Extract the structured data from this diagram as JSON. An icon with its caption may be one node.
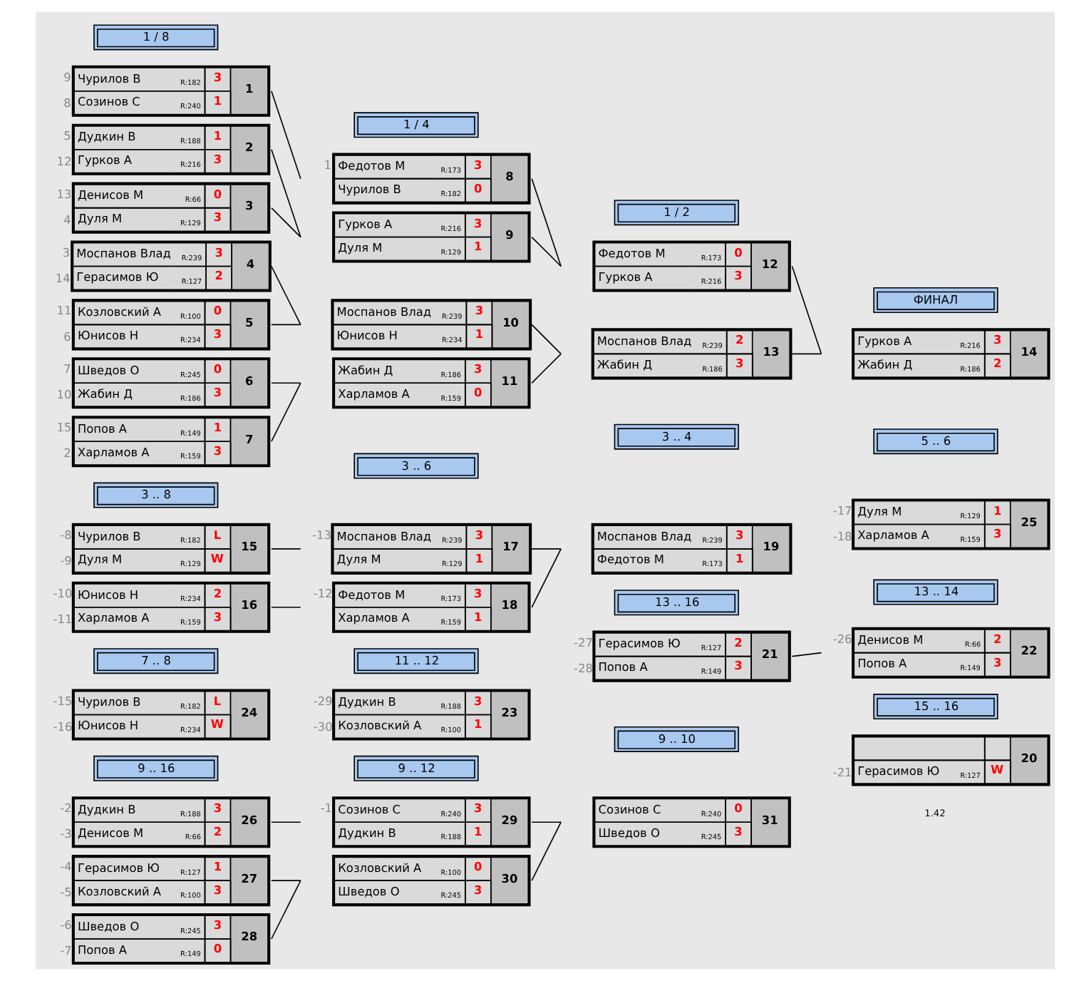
{
  "diagram": {
    "nodes": [
      {
        "text": [
          "Чурилов В",
          "R:182",
          "3",
          "Созинов С",
          "R:240",
          "1",
          "1"
        ],
        "beside": [
          "9",
          "8"
        ]
      },
      {
        "text": [
          "Дудкин В",
          "R:188",
          "1",
          "Гурков А",
          "R:216",
          "3",
          "2"
        ],
        "beside": [
          "5",
          "12"
        ]
      },
      {
        "text": [
          "Денисов М",
          "R:66",
          "0",
          "Дуля М",
          "R:129",
          "3",
          "3"
        ],
        "beside": [
          "13",
          "4"
        ]
      },
      {
        "text": [
          "Моспанов Влад",
          "R:239",
          "3",
          "Герасимов Ю",
          "R:127",
          "2",
          "4"
        ],
        "beside": [
          "3",
          "14"
        ]
      },
      {
        "text": [
          "Козловский А",
          "R:100",
          "0",
          "Юнисов Н",
          "R:234",
          "3",
          "5"
        ],
        "beside": [
          "11",
          "6"
        ]
      },
      {
        "text": [
          "Шведов О",
          "R:245",
          "0",
          "Жабин Д",
          "R:186",
          "3",
          "6"
        ],
        "beside": [
          "7",
          "10"
        ]
      },
      {
        "text": [
          "Попов А",
          "R:149",
          "1",
          "Харламов А",
          "R:159",
          "3",
          "7"
        ],
        "beside": [
          "15",
          "2"
        ]
      },
      {
        "text": [
          "Федотов М",
          "R:173",
          "3",
          "Чурилов В",
          "R:182",
          "0",
          "8"
        ],
        "beside": [
          "1"
        ]
      },
      {
        "text": [
          "Гурков А",
          "R:216",
          "3",
          "Дуля М",
          "R:129",
          "1",
          "9"
        ]
      },
      {
        "text": [
          "Моспанов Влад",
          "R:239",
          "3",
          "Юнисов Н",
          "R:234",
          "1",
          "10"
        ]
      },
      {
        "text": [
          "Жабин Д",
          "R:186",
          "3",
          "Харламов А",
          "R:159",
          "0",
          "11"
        ]
      },
      {
        "text": [
          "Федотов М",
          "R:173",
          "0",
          "Гурков А",
          "R:216",
          "3",
          "12"
        ]
      },
      {
        "text": [
          "Моспанов Влад",
          "R:239",
          "2",
          "Жабин Д",
          "R:186",
          "3",
          "13"
        ]
      },
      {
        "text": [
          "Гурков А",
          "R:216",
          "3",
          "Жабин Д",
          "R:186",
          "2",
          "14"
        ]
      },
      {
        "text": [
          "Чурилов В",
          "R:182",
          "L",
          "Дуля М",
          "R:129",
          "W",
          "15"
        ],
        "beside": [
          "-8",
          "-9"
        ]
      },
      {
        "text": [
          "Юнисов Н",
          "R:234",
          "2",
          "Харламов А",
          "R:159",
          "3",
          "16"
        ],
        "beside": [
          "-10",
          "-11"
        ]
      },
      {
        "text": [
          "Моспанов Влад",
          "R:239",
          "3",
          "Дуля М",
          "R:129",
          "1",
          "17"
        ],
        "beside": [
          "-13"
        ]
      },
      {
        "text": [
          "Федотов М",
          "R:173",
          "3",
          "Харламов А",
          "R:159",
          "1",
          "18"
        ],
        "beside": [
          "-12"
        ]
      },
      {
        "text": [
          "Моспанов Влад",
          "R:239",
          "3",
          "Федотов М",
          "R:173",
          "1",
          "19"
        ]
      },
      {
        "text": [
          "Герасимов Ю",
          "R:127",
          "W",
          "20"
        ],
        "beside": [
          "-21"
        ]
      },
      {
        "text": [
          "Герасимов Ю",
          "R:127",
          "2",
          "Попов А",
          "R:149",
          "3",
          "21"
        ],
        "beside": [
          "-27",
          "-28"
        ]
      },
      {
        "text": [
          "Денисов М",
          "R:66",
          "2",
          "Попов А",
          "R:149",
          "3",
          "22"
        ],
        "beside": [
          "-26"
        ]
      },
      {
        "text": [
          "Дудкин В",
          "R:188",
          "3",
          "Козловский А",
          "R:100",
          "1",
          "23"
        ],
        "beside": [
          "-29",
          "-30"
        ]
      },
      {
        "text": [
          "Чурилов В",
          "R:182",
          "L",
          "Юнисов Н",
          "R:234",
          "W",
          "24"
        ],
        "beside": [
          "-15",
          "-16"
        ]
      },
      {
        "text": [
          "Дуля М",
          "R:129",
          "1",
          "Харламов А",
          "R:159",
          "3",
          "25"
        ],
        "beside": [
          "-17",
          "-18"
        ]
      },
      {
        "text": [
          "Дудкин В",
          "R:188",
          "3",
          "Денисов М",
          "R:66",
          "2",
          "26"
        ],
        "beside": [
          "-2",
          "-3"
        ]
      },
      {
        "text": [
          "Герасимов Ю",
          "R:127",
          "1",
          "Козловский А",
          "R:100",
          "3",
          "27"
        ],
        "beside": [
          "-4",
          "-5"
        ]
      },
      {
        "text": [
          "Шведов О",
          "R:245",
          "3",
          "Попов А",
          "R:149",
          "0",
          "28"
        ],
        "beside": [
          "-6",
          "-7"
        ]
      },
      {
        "text": [
          "Созинов С",
          "R:240",
          "3",
          "Дудкин В",
          "R:188",
          "1",
          "29"
        ],
        "beside": [
          "-1"
        ]
      },
      {
        "text": [
          "Козловский А",
          "R:100",
          "0",
          "Шведов О",
          "R:245",
          "3",
          "30"
        ]
      },
      {
        "text": [
          "Созинов С",
          "R:240",
          "0",
          "Шведов О",
          "R:245",
          "3",
          "31"
        ]
      }
    ],
    "edges": [
      {
        "from": 0,
        "to": 7,
        "arrow": "none"
      },
      {
        "from": 1,
        "to": 8,
        "arrow": "none"
      },
      {
        "from": 2,
        "to": 8,
        "arrow": "none"
      },
      {
        "from": 7,
        "to": 11,
        "arrow": "none"
      },
      {
        "from": 8,
        "to": 11,
        "arrow": "none"
      },
      {
        "from": 3,
        "to": 9,
        "arrow": "none"
      },
      {
        "from": 4,
        "to": 9,
        "arrow": "none"
      },
      {
        "from": 5,
        "to": 10,
        "arrow": "none"
      },
      {
        "from": 6,
        "to": 10,
        "arrow": "none"
      },
      {
        "from": 9,
        "to": 12,
        "arrow": "none"
      },
      {
        "from": 10,
        "to": 12,
        "arrow": "none"
      },
      {
        "from": 11,
        "to": 13,
        "arrow": "none"
      },
      {
        "from": 12,
        "to": 13,
        "arrow": "none"
      },
      {
        "from": 14,
        "to": 16,
        "arrow": "none"
      },
      {
        "from": 15,
        "to": 17,
        "arrow": "none"
      },
      {
        "from": 16,
        "to": 18,
        "arrow": "none"
      },
      {
        "from": 17,
        "to": 18,
        "arrow": "none"
      },
      {
        "from": 25,
        "to": 28,
        "arrow": "none"
      },
      {
        "from": 26,
        "to": 29,
        "arrow": "none"
      },
      {
        "from": 27,
        "to": 29,
        "arrow": "none"
      },
      {
        "from": 28,
        "to": 30,
        "arrow": "none"
      },
      {
        "from": 29,
        "to": 30,
        "arrow": "none"
      },
      {
        "from": 20,
        "to": 21,
        "arrow": "none"
      }
    ],
    "labels": [
      "1 / 8",
      "1 / 4",
      "1 / 2",
      "ФИНАЛ",
      "3 .. 8",
      "3 .. 6",
      "3 .. 4",
      "5 .. 6",
      "7 .. 8",
      "11 .. 12",
      "13 .. 16",
      "13 .. 14",
      "9 .. 16",
      "9 .. 12",
      "9 .. 10",
      "15 .. 16",
      "1.42"
    ]
  }
}
